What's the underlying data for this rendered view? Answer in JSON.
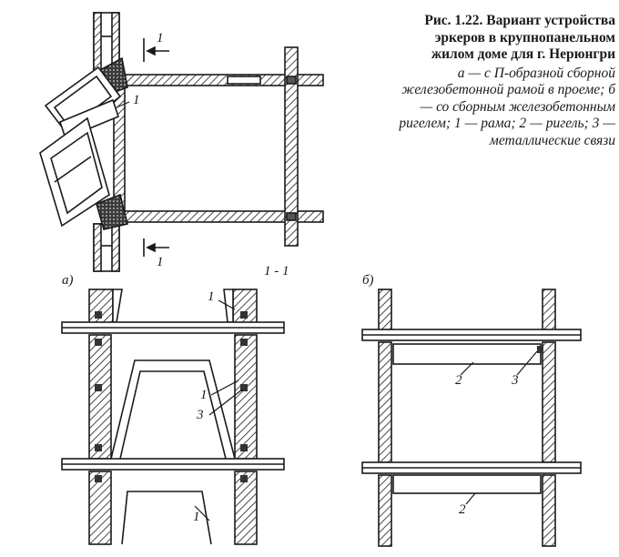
{
  "caption": {
    "title": "Рис. 1.22. Вариант устройства эркеров в крупнопанельном жилом доме для г. Нерюнгри",
    "description": "а — с П-образной сборной железобетонной рамой в проеме; б — со сборным железобетонным ригелем; 1 — рама; 2 — ригель; 3 — металлические связи"
  },
  "plan": {
    "cut_mark_top": "1",
    "cut_mark_bottom": "1",
    "frame_label": "1"
  },
  "section_label": "1 - 1",
  "view_a": {
    "label": "а)",
    "frame_label_top": "1",
    "frame_label_mid": "1",
    "ties_label": "3",
    "frame_label_bottom": "1"
  },
  "view_b": {
    "label": "б)",
    "beam_label_top": "2",
    "ties_label": "3",
    "beam_label_bottom": "2"
  }
}
